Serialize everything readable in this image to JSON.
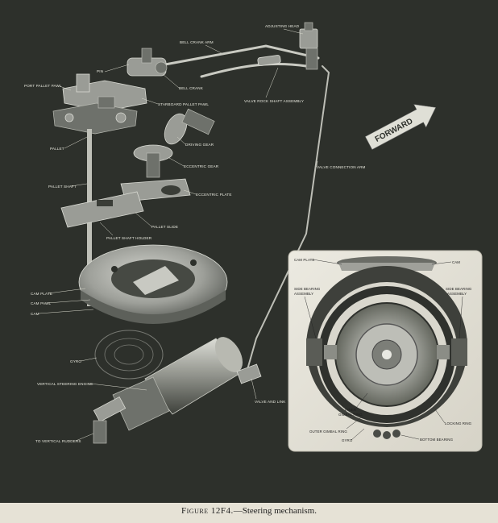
{
  "caption": {
    "figure": "Figure 12F4.",
    "text": "—Steering mechanism."
  },
  "direction_arrow": {
    "label": "FORWARD"
  },
  "main_labels": {
    "adjusting_head": "ADJUSTING HEAD",
    "bell_crank_arm": "BELL CRANK ARM",
    "pin": "PIN",
    "port_pallet_pawl": "PORT PALLET PAWL",
    "bell_crank": "BELL CRANK",
    "starboard_pallet_pawl": "STARBOARD PALLET PAWL",
    "valve_rock_shaft_assembly": "VALVE ROCK SHAFT ASSEMBLY",
    "pallet": "PALLET",
    "driving_gear": "DRIVING GEAR",
    "eccentric_gear": "ECCENTRIC GEAR",
    "valve_connection_arm": "VALVE CONNECTION ARM",
    "pallet_shaft": "PALLET SHAFT",
    "eccentric_plate": "ECCENTRIC PLATE",
    "pallet_slide": "PALLET SLIDE",
    "pallet_shaft_holder": "PALLET SHAFT HOLDER",
    "cam_plate": "CAM PLATE",
    "cam_pawl": "CAM PAWL",
    "cam": "CAM",
    "gyro": "GYRO",
    "vertical_steering_engine": "VERTICAL STEERING ENGINE",
    "valve_and_link": "VALVE AND LINK",
    "to_vertical_rudders": "TO VERTICAL RUDDERS"
  },
  "inset_labels": {
    "cam_plate": "CAM PLATE",
    "cam": "CAM",
    "side_bearing_left": "SIDE BEARING ASSEMBLY",
    "side_bearing_right": "SIDE BEARING ASSEMBLY",
    "inner_gimbal_ring": "INNER GIMBAL RING",
    "outer_gimbal_ring": "OUTER GIMBAL RING",
    "locking_ring": "LOCKING RING",
    "gyro": "GYRO",
    "bottom_bearing": "BOTTOM BEARING"
  }
}
